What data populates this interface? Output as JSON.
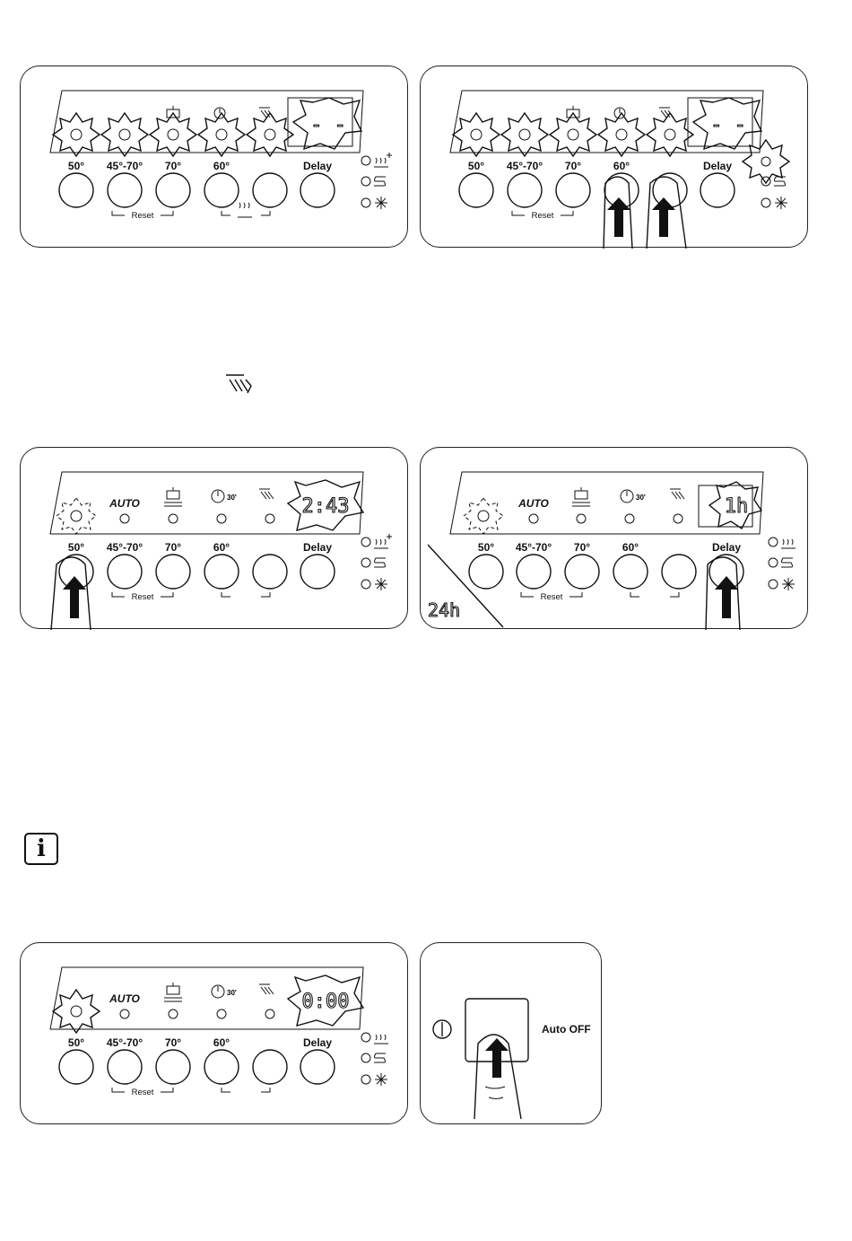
{
  "panel_labels": {
    "btn1": "50°",
    "btn2": "45°-70°",
    "btn3": "70°",
    "btn4": "60°",
    "btn6": "Delay",
    "reset": "Reset",
    "auto": "AUTO"
  },
  "displays": {
    "fig1": "- -",
    "fig2": "- -",
    "fig3": "2:43",
    "fig4": "1h",
    "fig5": "0:00"
  },
  "fig4_corner_text": "24h",
  "autooff_label": "Auto OFF",
  "info_icon_glyph": "i",
  "icons": {
    "indicators": [
      "salt-refill-icon",
      "rinse-aid-icon",
      "end-of-programme-icon"
    ],
    "program_symbols": [
      "pot-icon",
      "quick-30-icon",
      "pre-wash-icon"
    ],
    "power": "power-icon"
  }
}
